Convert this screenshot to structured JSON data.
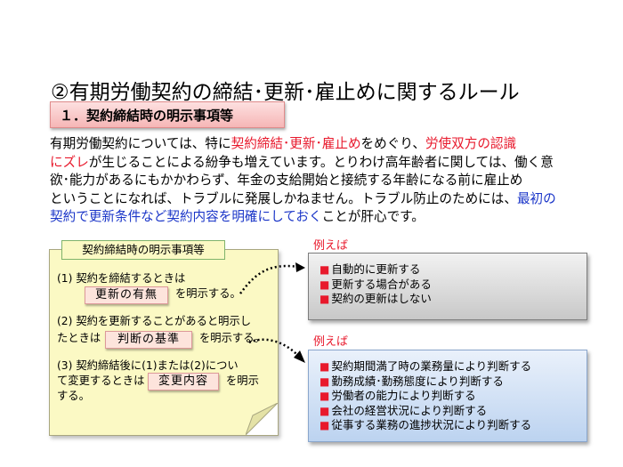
{
  "title": "②有期労働契約の締結･更新･雇止めに関するルール",
  "section_header": "１．契約締結時の明示事項等",
  "paragraph": {
    "l1a": "有期労働契約については、特に",
    "l1b": "契約締結･更新･雇止め",
    "l1c": "をめぐり、",
    "l1d": "労使双方の認識",
    "l2a": "にズレ",
    "l2b": "が生じることによる紛争も増えています。とりわけ高年齢者に関しては、働く意",
    "l3": "欲･能力があるにもかかわらず、年金の支給開始と接続する年齢になる前に雇止め",
    "l4a": "ということになれば、トラブルに発展しかねません。トラブル防止のためには、",
    "l4b": "最初の",
    "l5a": "契約で更新条件など契約内容を明確にしておく",
    "l5b": "ことが肝心です。"
  },
  "note": {
    "label": "契約締結時の明示事項等",
    "item1_line1": "(1) 契約を締結するときは",
    "item1_box": "更新の有無",
    "item1_suffix": "を明示する。",
    "item2_line1": "(2) 契約を更新することがあると明示し",
    "item2_prefix": "たときは",
    "item2_box": "判断の基準",
    "item2_suffix": "を明示する。",
    "item3_line1": "(3) 契約締結後に(1)または(2)につい",
    "item3_prefix": "て変更するときは",
    "item3_box": "変更内容",
    "item3_suffix": "を明示",
    "item3_line3": "する。"
  },
  "example1": {
    "label": "例えば",
    "items": [
      "自動的に更新する",
      "更新する場合がある",
      "契約の更新はしない"
    ]
  },
  "example2": {
    "label": "例えば",
    "items": [
      "契約期間満了時の業務量により判断する",
      "勤務成績･勤務態度により判断する",
      "労働者の能力により判断する",
      "会社の経営状況により判断する",
      "従事する業務の進捗状況により判断する"
    ]
  },
  "bullet": "■",
  "colors": {
    "red": "#e8192c",
    "blue": "#1a35c8",
    "note_bg": "#fbf9c4",
    "header_bg": "#f6b6b6",
    "example_gray": "#c8c8c8",
    "example_blue": "#bcd3f0"
  }
}
